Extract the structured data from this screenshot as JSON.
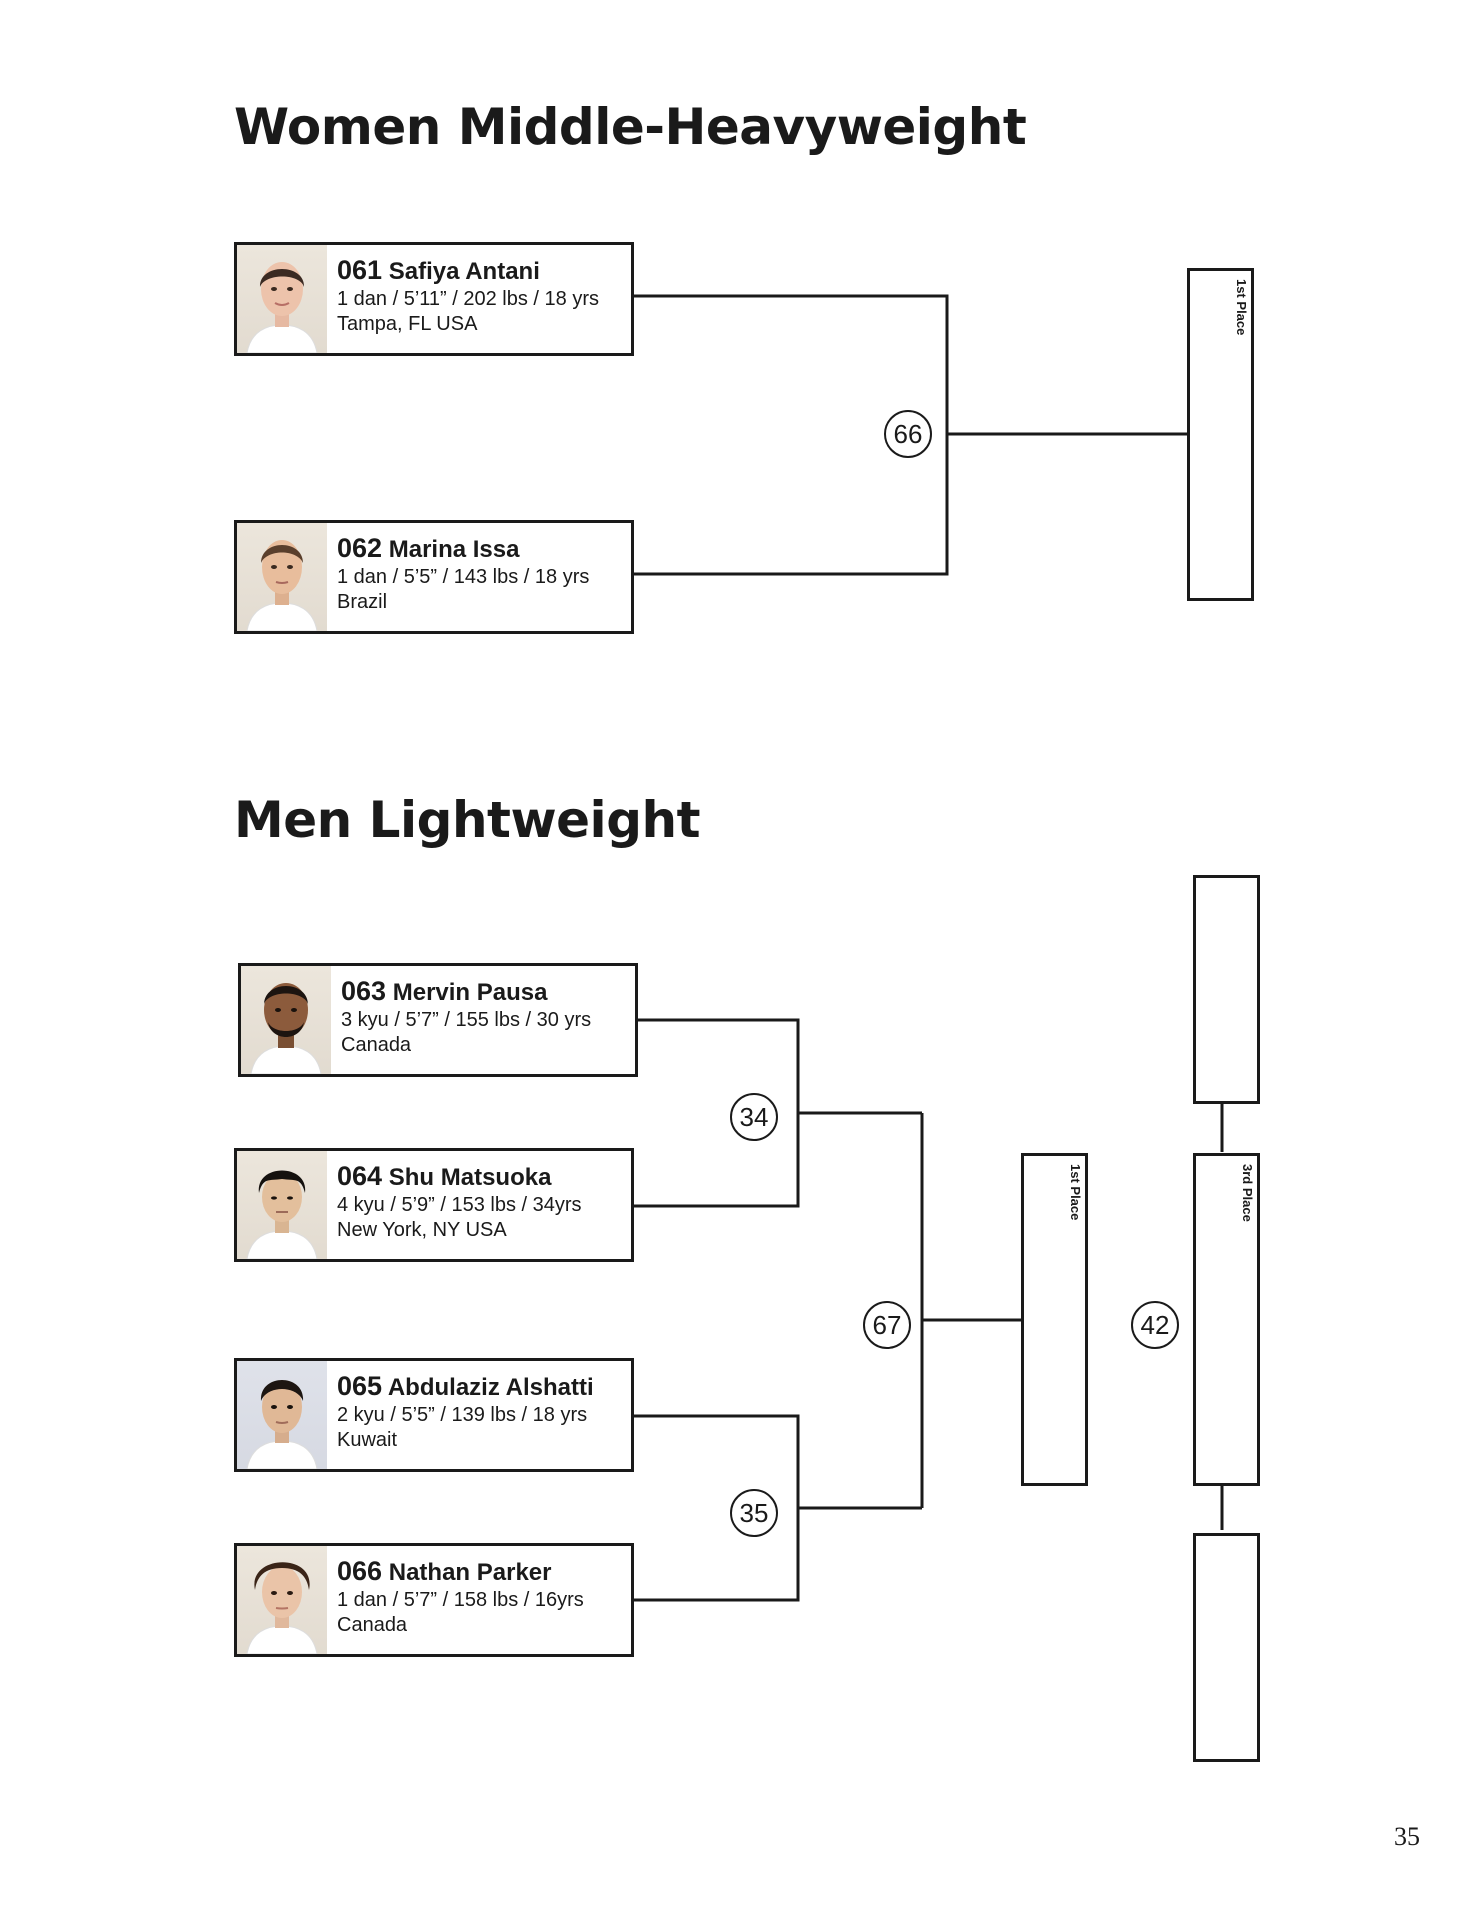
{
  "sections": [
    {
      "title": "Women Middle-Heavyweight",
      "competitors": [
        {
          "number": "061",
          "name": "Safiya Antani",
          "stats": "1 dan / 5’11” / 202 lbs / 18 yrs",
          "location": "Tampa, FL USA"
        },
        {
          "number": "062",
          "name": "Marina Issa",
          "stats": "1 dan / 5’5” / 143 lbs / 18 yrs",
          "location": "Brazil"
        }
      ],
      "matches": [
        "66"
      ],
      "places": [
        "1st Place"
      ]
    },
    {
      "title": "Men Lightweight",
      "competitors": [
        {
          "number": "063",
          "name": "Mervin Pausa",
          "stats": "3 kyu / 5’7” / 155 lbs / 30 yrs",
          "location": "Canada"
        },
        {
          "number": "064",
          "name": "Shu Matsuoka",
          "stats": "4 kyu / 5’9” / 153 lbs / 34yrs",
          "location": "New York, NY USA"
        },
        {
          "number": "065",
          "name": "Abdulaziz Alshatti",
          "stats": "2 kyu / 5’5” / 139 lbs / 18 yrs",
          "location": "Kuwait"
        },
        {
          "number": "066",
          "name": "Nathan Parker",
          "stats": "1 dan / 5’7” / 158 lbs / 16yrs",
          "location": "Canada"
        }
      ],
      "matches": [
        "34",
        "35",
        "67",
        "42"
      ],
      "places": [
        "1st Place",
        "3rd Place"
      ]
    }
  ],
  "page_number": "35"
}
